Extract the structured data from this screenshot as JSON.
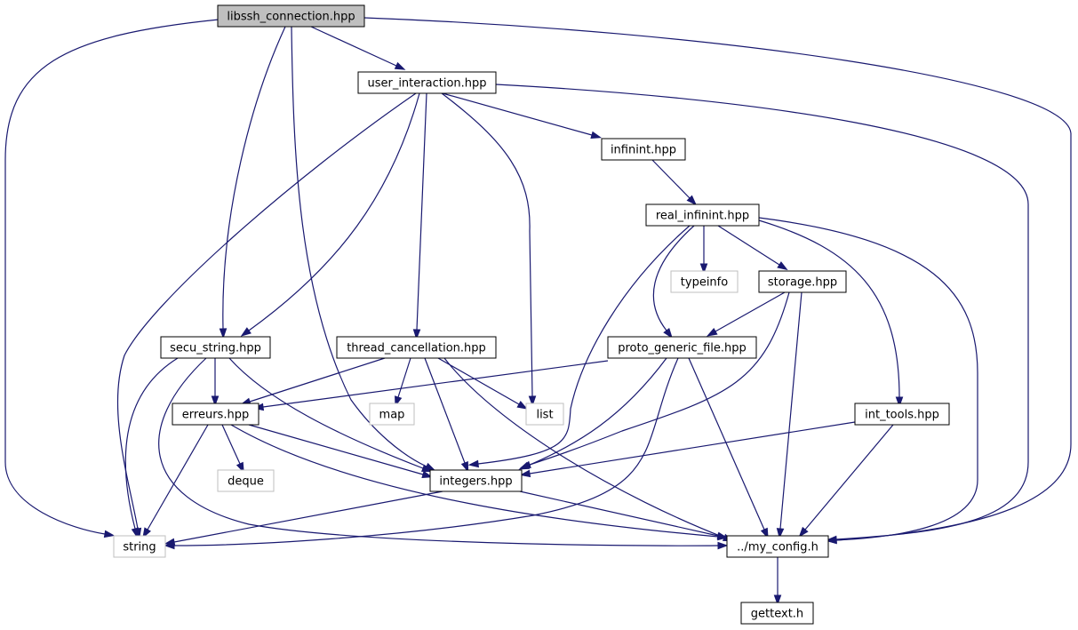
{
  "nodes": {
    "libssh_connection": {
      "label": "libssh_connection.hpp",
      "kind": "root"
    },
    "user_interaction": {
      "label": "user_interaction.hpp",
      "kind": "file"
    },
    "infinint": {
      "label": "infinint.hpp",
      "kind": "file"
    },
    "real_infinint": {
      "label": "real_infinint.hpp",
      "kind": "file"
    },
    "typeinfo": {
      "label": "typeinfo",
      "kind": "external"
    },
    "storage": {
      "label": "storage.hpp",
      "kind": "file"
    },
    "secu_string": {
      "label": "secu_string.hpp",
      "kind": "file"
    },
    "thread_cancellation": {
      "label": "thread_cancellation.hpp",
      "kind": "file"
    },
    "proto_generic_file": {
      "label": "proto_generic_file.hpp",
      "kind": "file"
    },
    "erreurs": {
      "label": "erreurs.hpp",
      "kind": "file"
    },
    "map": {
      "label": "map",
      "kind": "external"
    },
    "list": {
      "label": "list",
      "kind": "external"
    },
    "int_tools": {
      "label": "int_tools.hpp",
      "kind": "file"
    },
    "deque": {
      "label": "deque",
      "kind": "external"
    },
    "integers": {
      "label": "integers.hpp",
      "kind": "file"
    },
    "string": {
      "label": "string",
      "kind": "external"
    },
    "my_config": {
      "label": "../my_config.h",
      "kind": "file"
    },
    "gettext": {
      "label": "gettext.h",
      "kind": "file"
    }
  },
  "edges": [
    [
      "libssh_connection",
      "user_interaction"
    ],
    [
      "libssh_connection",
      "string"
    ],
    [
      "libssh_connection",
      "secu_string"
    ],
    [
      "libssh_connection",
      "integers"
    ],
    [
      "libssh_connection",
      "my_config"
    ],
    [
      "user_interaction",
      "infinint"
    ],
    [
      "user_interaction",
      "string"
    ],
    [
      "user_interaction",
      "secu_string"
    ],
    [
      "user_interaction",
      "thread_cancellation"
    ],
    [
      "user_interaction",
      "list"
    ],
    [
      "user_interaction",
      "my_config"
    ],
    [
      "infinint",
      "real_infinint"
    ],
    [
      "real_infinint",
      "typeinfo"
    ],
    [
      "real_infinint",
      "storage"
    ],
    [
      "real_infinint",
      "proto_generic_file"
    ],
    [
      "real_infinint",
      "integers"
    ],
    [
      "real_infinint",
      "int_tools"
    ],
    [
      "real_infinint",
      "my_config"
    ],
    [
      "storage",
      "proto_generic_file"
    ],
    [
      "storage",
      "integers"
    ],
    [
      "storage",
      "my_config"
    ],
    [
      "secu_string",
      "erreurs"
    ],
    [
      "secu_string",
      "string"
    ],
    [
      "secu_string",
      "integers"
    ],
    [
      "secu_string",
      "my_config"
    ],
    [
      "thread_cancellation",
      "erreurs"
    ],
    [
      "thread_cancellation",
      "map"
    ],
    [
      "thread_cancellation",
      "list"
    ],
    [
      "thread_cancellation",
      "integers"
    ],
    [
      "thread_cancellation",
      "my_config"
    ],
    [
      "proto_generic_file",
      "erreurs"
    ],
    [
      "proto_generic_file",
      "integers"
    ],
    [
      "proto_generic_file",
      "string"
    ],
    [
      "proto_generic_file",
      "my_config"
    ],
    [
      "erreurs",
      "deque"
    ],
    [
      "erreurs",
      "string"
    ],
    [
      "erreurs",
      "integers"
    ],
    [
      "erreurs",
      "my_config"
    ],
    [
      "int_tools",
      "integers"
    ],
    [
      "int_tools",
      "my_config"
    ],
    [
      "integers",
      "string"
    ],
    [
      "integers",
      "my_config"
    ],
    [
      "my_config",
      "gettext"
    ]
  ],
  "colors": {
    "edge": "#191970",
    "root_fill": "#bfbfbf",
    "file_stroke": "#000000",
    "external_stroke": "#bfbfbf",
    "text": "#000000",
    "background": "#ffffff"
  }
}
